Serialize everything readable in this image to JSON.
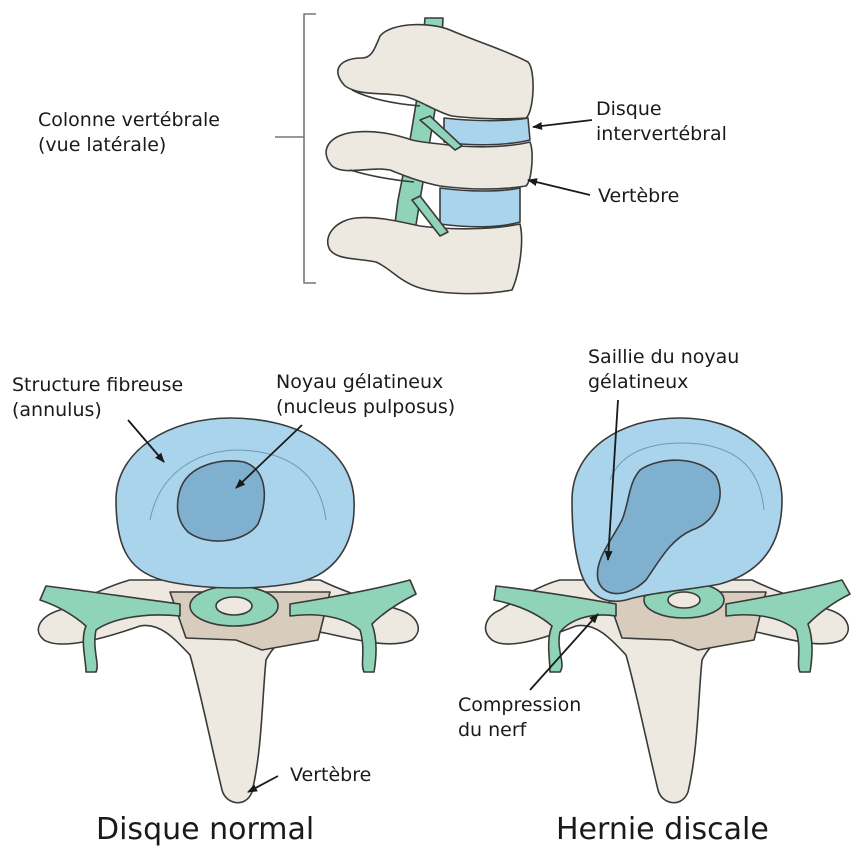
{
  "top": {
    "spine_label": [
      "Colonne vertébrale",
      "(vue latérale)"
    ],
    "disc_label": [
      "Disque",
      "intervertébral"
    ],
    "vertebra_label": "Vertèbre"
  },
  "normal": {
    "annulus_label": [
      "Structure fibreuse",
      "(annulus)"
    ],
    "nucleus_label": [
      "Noyau gélatineux",
      "(nucleus pulposus)"
    ],
    "vertebra_label": "Vertèbre",
    "caption": "Disque normal"
  },
  "hernia": {
    "protrusion_label": [
      "Saillie du noyau",
      "gélatineux"
    ],
    "compression_label": [
      "Compression",
      "du nerf"
    ],
    "caption": "Hernie discale"
  },
  "colors": {
    "bone": "#ede9e0",
    "disc": "#a9d4ec",
    "nucleus": "#7fb0d0",
    "nerve": "#8fd4b8",
    "outline": "#3a3a3a"
  }
}
